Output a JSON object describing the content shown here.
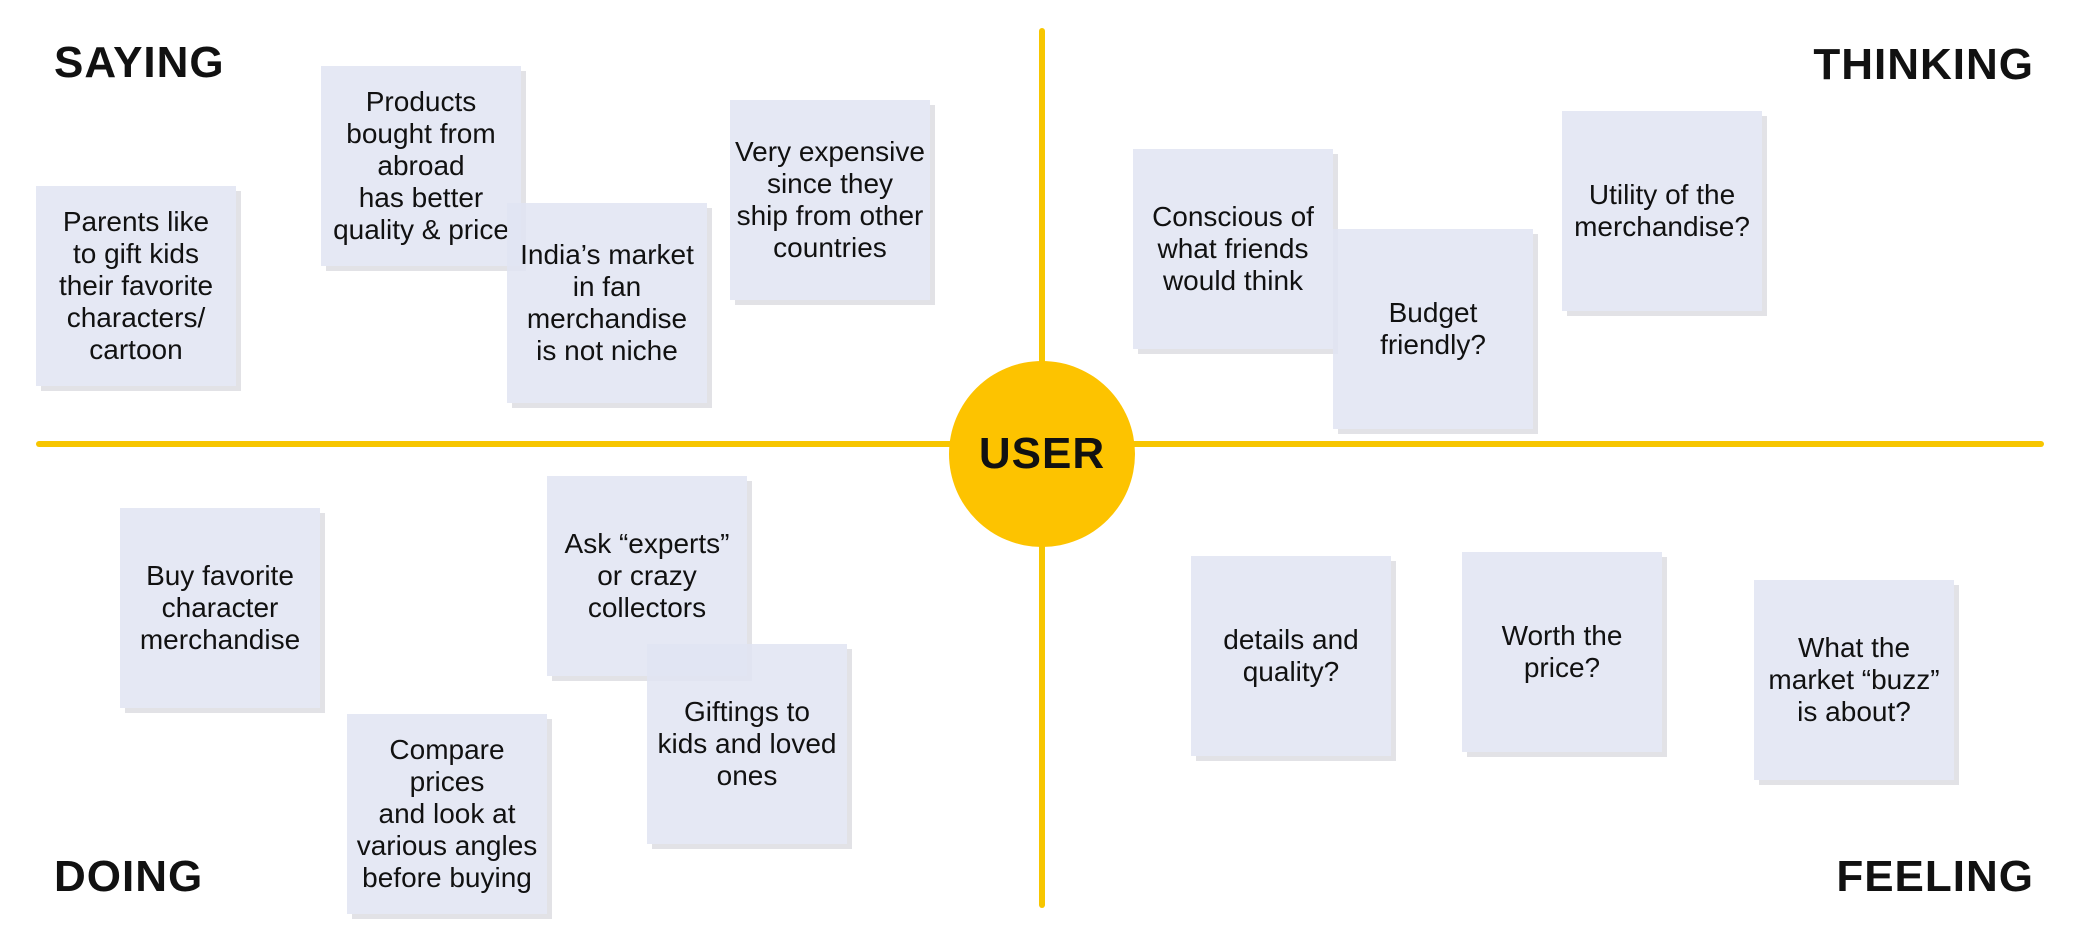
{
  "center": {
    "label": "USER"
  },
  "quadrants": {
    "saying": "SAYING",
    "thinking": "THINKING",
    "doing": "DOING",
    "feeling": "FEELING"
  },
  "notes": {
    "saying_1": "Parents like\nto gift kids\ntheir favorite\ncharacters/\ncartoon",
    "saying_2": "Products\nbought from\nabroad\nhas better\nquality & price",
    "saying_3": "India’s market\nin fan\nmerchandise\nis not niche",
    "saying_4": "Very expensive\nsince they\nship from other\ncountries",
    "thinking_1": "Conscious of\nwhat friends\nwould think",
    "thinking_2": "Budget\nfriendly?",
    "thinking_3": "Utility of the\nmerchandise?",
    "doing_1": "Buy favorite\ncharacter\nmerchandise",
    "doing_2": "Ask “experts”\nor crazy\ncollectors",
    "doing_3": "Giftings to\nkids and loved\nones",
    "doing_4": "Compare prices\nand look at\nvarious angles\nbefore buying",
    "feeling_1": "details and\nquality?",
    "feeling_2": "Worth the\nprice?",
    "feeling_3": "What the\nmarket “buzz”\nis about?"
  },
  "colors": {
    "axis": "#f7c600",
    "center": "#fdc300",
    "note": "#e1e4f2"
  }
}
